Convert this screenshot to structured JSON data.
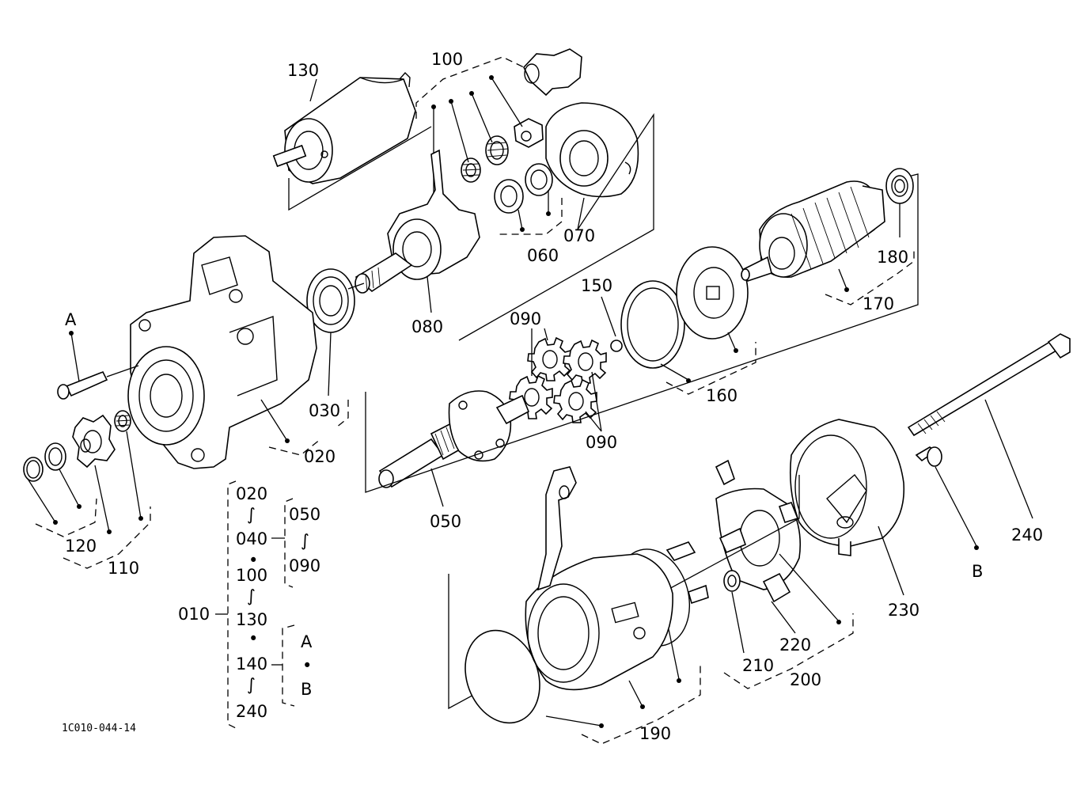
{
  "diagram": {
    "code": "1C010-044-14",
    "parts": {
      "p130": "130",
      "p100": "100",
      "p070": "070",
      "p060": "060",
      "p080": "080",
      "p030": "030",
      "p020": "020",
      "p150": "150",
      "p090a": "090",
      "p090b": "090",
      "p160": "160",
      "p170": "170",
      "p180": "180",
      "p050": "050",
      "p120": "120",
      "p110": "110",
      "p190": "190",
      "p200": "200",
      "p210": "210",
      "p220": "220",
      "p230": "230",
      "p240": "240"
    },
    "refs": {
      "a": "A",
      "b": "B"
    },
    "legend": {
      "root": "010",
      "col1": [
        "020",
        "040",
        "100",
        "130",
        "140",
        "240"
      ],
      "col2": [
        "050",
        "090"
      ],
      "col3": [
        "A",
        "B"
      ],
      "tilde": "∫",
      "dot": "•"
    }
  }
}
